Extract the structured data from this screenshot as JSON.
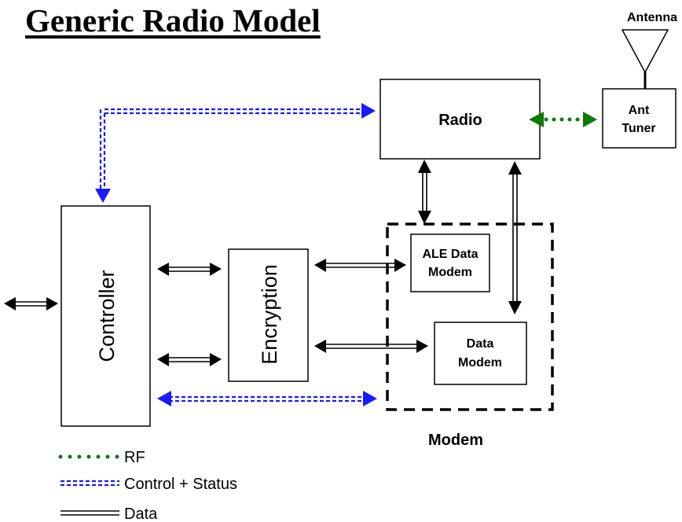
{
  "title": "Generic Radio Model",
  "blocks": {
    "radio": "Radio",
    "ant_tuner": [
      "Ant",
      "Tuner"
    ],
    "antenna": "Antenna",
    "controller": "Controller",
    "encryption": "Encryption",
    "ale_modem": [
      "ALE Data",
      "Modem"
    ],
    "data_modem": [
      "Data",
      "Modem"
    ],
    "modem_group": "Modem"
  },
  "legend": [
    {
      "label": "RF",
      "style": "dotted",
      "color": "#0a7a0a"
    },
    {
      "label": "Control + Status",
      "style": "dashed-double",
      "color": "#1a1aff"
    },
    {
      "label": "Data",
      "style": "double",
      "color": "#000000"
    }
  ],
  "colors": {
    "rf": "#0a7a0a",
    "control": "#1a1aff",
    "data": "#000000"
  }
}
